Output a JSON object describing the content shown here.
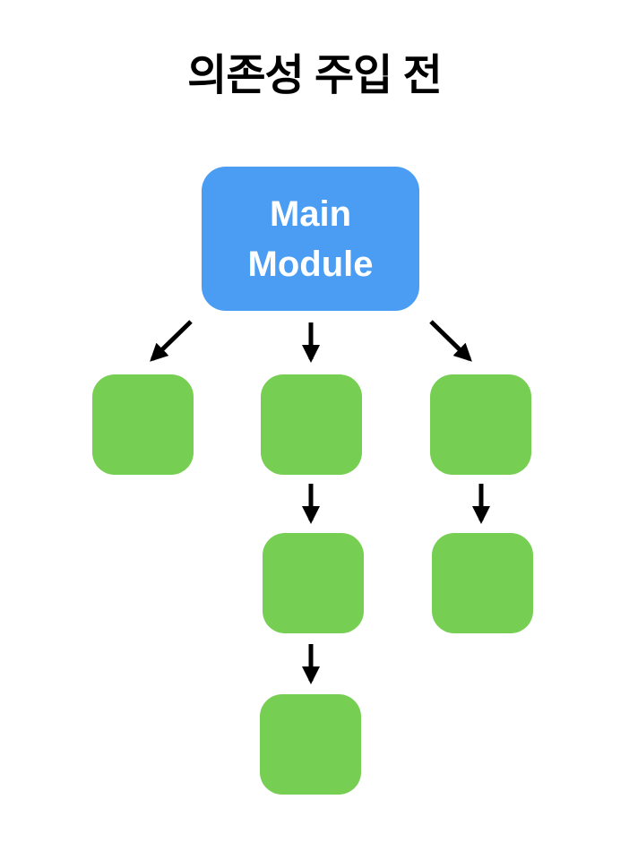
{
  "title": "의존성 주입 전",
  "colors": {
    "background": "#FFFFFF",
    "main_module_fill": "#4A9DF2",
    "dependency_fill": "#76CE52",
    "arrow": "#000000",
    "title_text": "#000000",
    "main_module_text": "#FFFFFF"
  },
  "diagram": {
    "root_node": {
      "id": "main-module",
      "label": "Main Module"
    },
    "dependency_nodes": [
      {
        "id": "dep-1"
      },
      {
        "id": "dep-2"
      },
      {
        "id": "dep-3"
      },
      {
        "id": "dep-4"
      },
      {
        "id": "dep-5"
      },
      {
        "id": "dep-6"
      }
    ],
    "edges": [
      {
        "from": "main-module",
        "to": "dep-1"
      },
      {
        "from": "main-module",
        "to": "dep-2"
      },
      {
        "from": "main-module",
        "to": "dep-3"
      },
      {
        "from": "dep-2",
        "to": "dep-4"
      },
      {
        "from": "dep-3",
        "to": "dep-5"
      },
      {
        "from": "dep-4",
        "to": "dep-6"
      }
    ]
  }
}
